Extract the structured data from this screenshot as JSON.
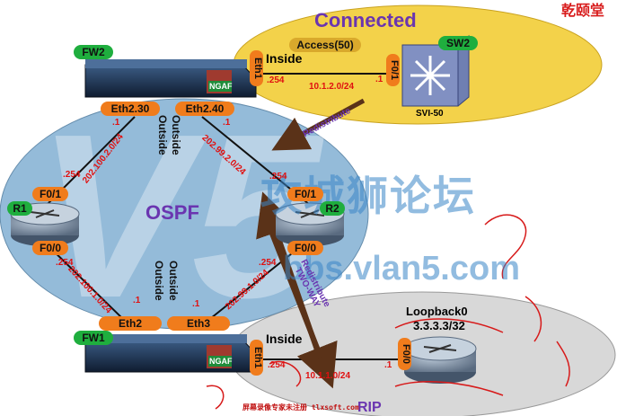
{
  "title_top_right": "乾颐堂",
  "watermark": {
    "cn": "攻城狮论坛",
    "url": "bbs.vlan5.com",
    "logo_text": "V5"
  },
  "footer_text": "屏幕录像专家未注册 tlxsoft.com",
  "areas": {
    "connected": "Connected",
    "ospf": "OSPF",
    "rip": "RIP"
  },
  "devices": {
    "fw2": {
      "name": "FW2",
      "badge": "NGAF"
    },
    "fw1": {
      "name": "FW1",
      "badge": "NGAF"
    },
    "sw2": {
      "name": "SW2",
      "svi": "SVI-50",
      "vlan": "Access(50)"
    },
    "r1": {
      "name": "R1"
    },
    "r2": {
      "name": "R2"
    },
    "r3": {
      "loopback_name": "Loopback0",
      "loopback_ip": "3.3.3.3/32"
    }
  },
  "interfaces": {
    "fw2_eth230": "Eth2.30",
    "fw2_eth240": "Eth2.40",
    "fw2_eth1": "Eth1",
    "fw2_outside_a": "Outside",
    "fw2_outside_b": "Outside",
    "fw2_inside": "Inside",
    "sw2_f01": "F0/1",
    "r1_f01": "F0/1",
    "r1_f00": "F0/0",
    "r2_f01": "F0/1",
    "r2_f00": "F0/0",
    "fw1_eth2": "Eth2",
    "fw1_eth3": "Eth3",
    "fw1_eth1": "Eth1",
    "fw1_outside_a": "Outside",
    "fw1_outside_b": "Outside",
    "fw1_inside": "Inside",
    "r3_f00": "F0/0"
  },
  "links": {
    "fw2_sw2": {
      "subnet": "10.1.2.0/24",
      "fw_end": ".254",
      "sw_end": ".1"
    },
    "fw2_r1": {
      "subnet": "202.100.2.0/24",
      "fw_end": ".1",
      "r_end": ".254"
    },
    "fw2_r2": {
      "subnet": "202.99.2.0/24",
      "fw_end": ".1",
      "r_end": ".254"
    },
    "r1_fw1": {
      "subnet": "202.100.1.0/24",
      "r_end": ".254",
      "fw_end": ".1"
    },
    "r2_fw1": {
      "subnet": "202.99.1.0/24",
      "r_end": ".254",
      "fw_end": ".1"
    },
    "fw1_r3": {
      "subnet": "10.1.1.0/24",
      "fw_end": ".254",
      "r_end": ".1"
    }
  },
  "arrows": {
    "redistribute": "Redistribute",
    "redistribute_two_way": "Redistribute TWO-WAY"
  },
  "colors": {
    "ospf_area": "#8fb8d8",
    "connected_area": "#f3d24a",
    "rip_area": "#d8d8d8",
    "interface": "#f07c1c",
    "device_tag": "#1fae3e",
    "ip_text": "#e01010",
    "area_label": "#6a35b0",
    "watermark": "#3a86c8"
  }
}
